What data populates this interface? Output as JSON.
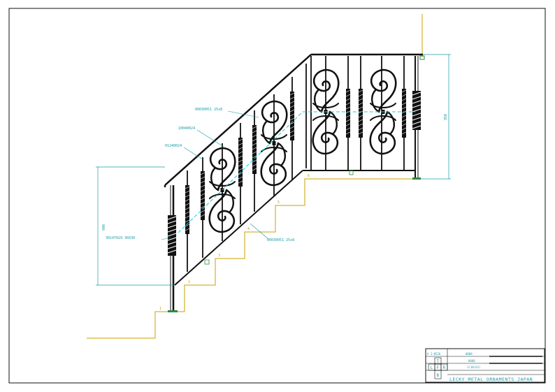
{
  "annotations": {
    "top_spindle": "00030051 25x8",
    "collar_a": "10040024",
    "collar_b": "01240024",
    "newel_post": "30147029 30X30",
    "bottom_spindle": "00030051 25x8"
  },
  "dimensions": {
    "left_height": "900",
    "right_height": "950"
  },
  "steps": [
    "1",
    "2",
    "3",
    "4",
    "5",
    "6"
  ],
  "title_block": {
    "drawing_no": "A 1-0526",
    "row1_value": "0000",
    "row2_value": "0000",
    "scale": "1/10(A3)",
    "view_top": "T",
    "view_left": "L",
    "view_front": "F",
    "view_right": "R",
    "view_bottom": "B",
    "company": "LECKY METAL ORNAMENTS JAPAN"
  },
  "colors": {
    "line": "#111111",
    "annotation": "#1a9aa8",
    "stairs": "#c8a000",
    "center_line": "#22c8d8"
  }
}
